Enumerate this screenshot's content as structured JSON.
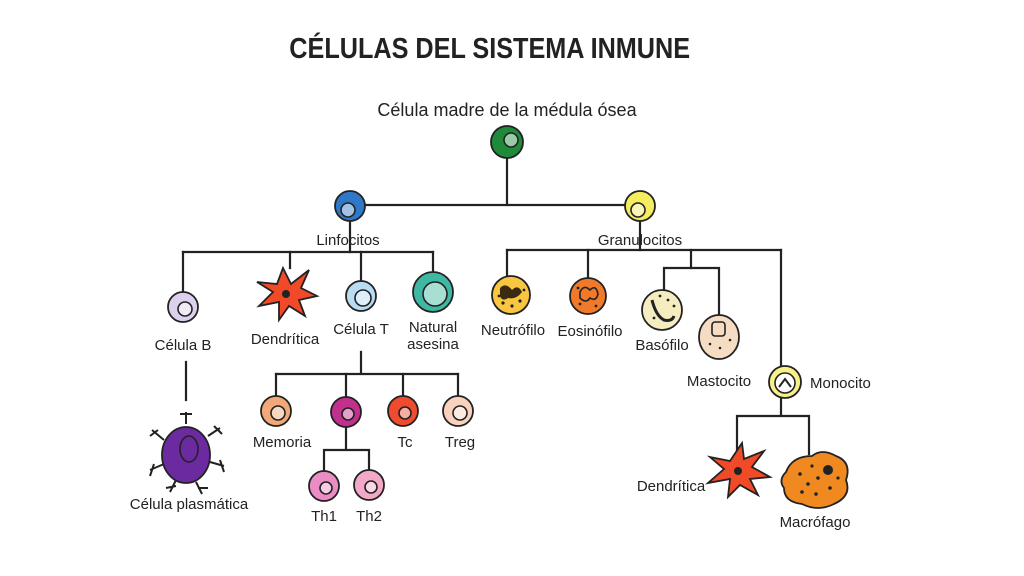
{
  "title": "CÉLULAS DEL SISTEMA INMUNE",
  "colors": {
    "stem": "#1f8a3a",
    "lymphocytes": "#2f78c8",
    "granulocytes": "#f5ec60",
    "b_cell": "#ddd0ec",
    "dendritic": "#f04a28",
    "t_cell": "#b8dcf2",
    "natural_killer": "#3fb8a3",
    "neutrophil": "#f8c640",
    "eosinophil": "#f07a2a",
    "basophil": "#f5edc0",
    "mast_cell": "#f6dcc2",
    "monocyte": "#f8f088",
    "memory": "#f2a878",
    "th": "#c0308c",
    "tc": "#ef4b2e",
    "treg": "#f8d2bc",
    "th1": "#ec8cc4",
    "th2": "#f2a8c6",
    "plasma": "#6c2aa0",
    "macrophage": "#f08a20"
  },
  "nodes": {
    "stem_cell": {
      "label": "Célula madre de la médula ósea",
      "icon": "stem-cell-icon"
    },
    "lymphocytes": {
      "label": "Linfocitos",
      "icon": "lymphocyte-icon"
    },
    "granulocytes": {
      "label": "Granulocitos",
      "icon": "granulocyte-icon"
    },
    "b_cell": {
      "label": "Célula B",
      "icon": "b-cell-icon"
    },
    "dendritic_1": {
      "label": "Dendrítica",
      "icon": "dendritic-cell-icon"
    },
    "t_cell": {
      "label": "Célula T",
      "icon": "t-cell-icon"
    },
    "natural_killer": {
      "label_line1": "Natural",
      "label_line2": "asesina",
      "icon": "natural-killer-cell-icon"
    },
    "neutrophil": {
      "label": "Neutrófilo",
      "icon": "neutrophil-icon"
    },
    "eosinophil": {
      "label": "Eosinófilo",
      "icon": "eosinophil-icon"
    },
    "basophil": {
      "label": "Basófilo",
      "icon": "basophil-icon"
    },
    "mast_cell": {
      "label": "Mastocito",
      "icon": "mast-cell-icon"
    },
    "monocyte": {
      "label": "Monocito",
      "icon": "monocyte-icon"
    },
    "memory": {
      "label": "Memoria",
      "icon": "memory-cell-icon"
    },
    "th": {
      "label": "",
      "icon": "helper-t-cell-icon"
    },
    "tc": {
      "label": "Tc",
      "icon": "cytotoxic-t-cell-icon"
    },
    "treg": {
      "label": "Treg",
      "icon": "regulatory-t-cell-icon"
    },
    "th1": {
      "label": "Th1",
      "icon": "th1-cell-icon"
    },
    "th2": {
      "label": "Th2",
      "icon": "th2-cell-icon"
    },
    "plasma_cell": {
      "label": "Célula plasmática",
      "icon": "plasma-cell-icon"
    },
    "dendritic_2": {
      "label": "Dendrítica",
      "icon": "dendritic-cell-icon"
    },
    "macrophage": {
      "label": "Macrófago",
      "icon": "macrophage-icon"
    }
  }
}
